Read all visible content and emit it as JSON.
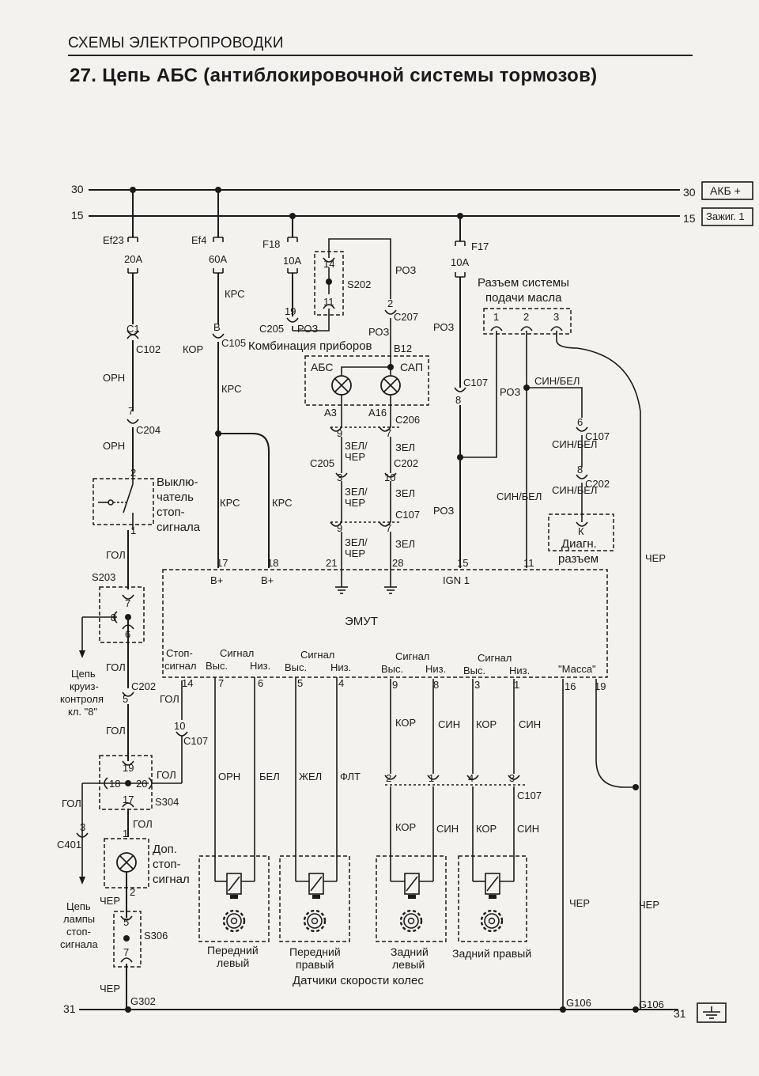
{
  "header": {
    "section": "СХЕМЫ ЭЛЕКТРОПРОВОДКИ"
  },
  "title": "27. Цепь АБС (антиблокировочной системы тормозов)",
  "buses": {
    "b30": "30",
    "b15": "15",
    "b31": "31",
    "akb": "АКБ +",
    "ign": "Зажиг. 1"
  },
  "fuses": {
    "ef23": "Ef23",
    "ef23_rating": "20A",
    "ef4": "Ef4",
    "ef4_rating": "60A",
    "f18": "F18",
    "f18_rating": "10A",
    "f17": "F17",
    "f17_rating": "10A"
  },
  "connectors": {
    "c1": "C1",
    "c102": "C102",
    "c204": "C204",
    "c105": "C105",
    "b": "B",
    "c205": "C205",
    "c205b": "C205",
    "c207": "C207",
    "c206": "C206",
    "c202": "C202",
    "c107a": "C107",
    "c107b": "C107",
    "c107c": "C107",
    "c107d": "C107",
    "c107e": "C107",
    "c202b": "C202",
    "c202c": "C202",
    "c401": "C401",
    "s202": "S202",
    "s203": "S203",
    "s304": "S304",
    "s306": "S306",
    "g302": "G302",
    "g106a": "G106",
    "g106b": "G106",
    "b12": "B12",
    "a3": "A3",
    "a16": "A16"
  },
  "pins": {
    "p19": "19",
    "p14": "14",
    "p11": "11",
    "p2": "2",
    "p9": "9",
    "p7": "7",
    "p3": "3",
    "p10": "10",
    "p9b": "9",
    "p7b": "7",
    "p8": "8",
    "p6": "6",
    "p5": "5",
    "p1": "1",
    "p2b": "2",
    "p3b": "3",
    "p19b": "19",
    "p18": "18",
    "p20": "20",
    "p17": "17",
    "p1b": "1",
    "p2c": "2",
    "p5b": "5",
    "p7c": "7",
    "p6c": "6",
    "p8c": "8",
    "k": "К",
    "o1": "1",
    "o2": "2",
    "o3": "3",
    "p10b": "10",
    "p2s": "2",
    "cc2": "2",
    "cc1": "1",
    "cc4": "4",
    "cc3": "3",
    "p8s": "8"
  },
  "wires": {
    "orn": "ОРН",
    "orn2": "ОРН",
    "kor": "КОР",
    "krs": "КРС",
    "krs2": "КРС",
    "krs3": "КРС",
    "krs4": "КРС",
    "roz1": "РОЗ",
    "roz2": "РОЗ",
    "roz3": "РОЗ",
    "roz4": "РОЗ",
    "roz5": "РОЗ",
    "roz6": "РОЗ",
    "zel_cher": "ЗЕЛ/\nЧЕР",
    "zel": "ЗЕЛ",
    "sin_bel": "СИН/БЕЛ",
    "gol": "ГОЛ",
    "gol2": "ГОЛ",
    "gol3": "ГОЛ",
    "gol4": "ГОЛ",
    "gol5": "ГОЛ",
    "gol6": "ГОЛ",
    "gol7": "ГОЛ",
    "cher": "ЧЕР",
    "cher2": "ЧЕР",
    "cher3": "ЧЕР",
    "cher4": "ЧЕР",
    "cher5": "ЧЕР",
    "orn_s": "ОРН",
    "bel": "БЕЛ",
    "zhel": "ЖЕЛ",
    "flt": "ФЛТ",
    "kor1": "КОР",
    "sin1": "СИН",
    "kor2": "КОР",
    "sin2": "СИН",
    "kor3": "КОР",
    "sin3": "СИН",
    "kor4": "КОР",
    "sin4": "СИН"
  },
  "components": {
    "dash": "Комбинация приборов",
    "abs": "АБС",
    "sap": "САП",
    "oil1": "Разъем системы",
    "oil2": "подачи масла",
    "brk1": "Выклю-",
    "brk2": "чатель",
    "brk3": "стоп-",
    "brk4": "сигнала",
    "diag1": "Диагн.",
    "diag2": "разъем",
    "emut": "ЭМУТ",
    "bplus1": "B+",
    "bplus2": "B+",
    "ign1": "IGN 1",
    "cruise1": "Цепь",
    "cruise2": "круиз-",
    "cruise3": "контроля",
    "cruise4": "кл. \"8\"",
    "lamp1": "Доп.",
    "lamp2": "стоп-",
    "lamp3": "сигнал",
    "stopl1": "Цепь",
    "stopl2": "лампы",
    "stopl3": "стоп-",
    "stopl4": "сигнала",
    "stop_sig1": "Стоп-",
    "stop_sig2": "сигнал",
    "sig1": "Сигнал",
    "sig2": "Сигнал",
    "sig3": "Сигнал",
    "sig4": "Сигнал",
    "vys1": "Выс.",
    "niz1": "Низ.",
    "vys2": "Выс.",
    "niz2": "Низ.",
    "vys3": "Выс.",
    "niz3": "Низ.",
    "vys4": "Выс.",
    "niz4": "Низ.",
    "massa": "\"Масса\"",
    "pin17": "17",
    "pin18": "18",
    "pin21": "21",
    "pin28": "28",
    "pin15": "15",
    "pin11": "11",
    "pin14": "14",
    "pin7": "7",
    "pin6": "6",
    "pin5": "5",
    "pin4": "4",
    "pin9": "9",
    "pin8": "8",
    "pin3": "3",
    "pin1": "1",
    "pin16": "16",
    "pin19": "19",
    "fl1": "Передний",
    "fl2": "левый",
    "fr1": "Передний",
    "fr2": "правый",
    "rl1": "Задний",
    "rl2": "левый",
    "rr": "Задний правый",
    "sensors": "Датчики скорости колес"
  }
}
